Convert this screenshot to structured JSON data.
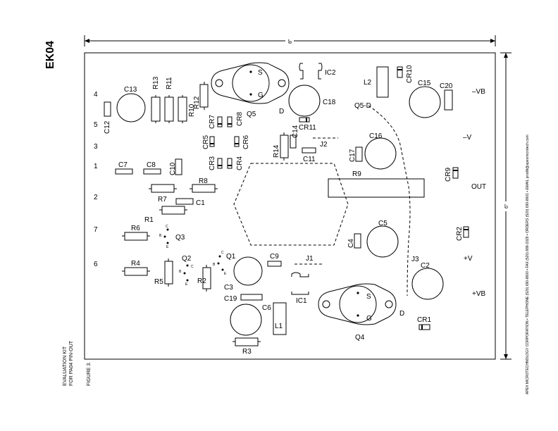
{
  "header": {
    "part_code": "EK04",
    "subtitle_line1": "EVALUATION KIT",
    "subtitle_line2": "FOR PA04 PIN-OUT",
    "figure": "FIGURE 3."
  },
  "footer_company": "APEX MICROTECHNOLOGY CORPORATION • TELEPHONE (520) 690-8600 • FAX (520) 888-3329 • ORDERS (520) 690-8601 • EMAIL prodlit@apexmicrotech.com",
  "dimensions": {
    "width": "8\"",
    "height": "6\""
  },
  "components": {
    "C1": "C1",
    "C2": "C2",
    "C3": "C3",
    "C4": "C4",
    "C5": "C5",
    "C6": "C6",
    "C7": "C7",
    "C8": "C8",
    "C9": "C9",
    "C10": "C10",
    "C11": "C11",
    "C12": "C12",
    "C13": "C13",
    "C14": "C14",
    "C15": "C15",
    "C16": "C16",
    "C17": "C17",
    "C18": "C18",
    "C19": "C19",
    "C20": "C20",
    "R1": "R1",
    "R2": "R2",
    "R3": "R3",
    "R4": "R4",
    "R5": "R5",
    "R6": "R6",
    "R7": "R7",
    "R8": "R8",
    "R9": "R9",
    "R10": "R10",
    "R11": "R11",
    "R12": "R12",
    "R13": "R13",
    "R14": "R14",
    "CR1": "CR1",
    "CR2": "CR2",
    "CR3": "CR3",
    "CR4": "CR4",
    "CR5": "CR5",
    "CR6": "CR6",
    "CR7": "CR7",
    "CR8": "CR8",
    "CR9": "CR9",
    "CR10": "CR10",
    "CR11": "CR11",
    "Q1": "Q1",
    "Q2": "Q2",
    "Q3": "Q3",
    "Q4": "Q4",
    "Q5": "Q5",
    "Q5D": "Q5-D",
    "IC1": "IC1",
    "IC2": "IC2",
    "J1": "J1",
    "J2": "J2",
    "J3": "J3",
    "L1": "L1",
    "L2": "L2",
    "S": "S",
    "G": "G",
    "D": "D",
    "B": "B",
    "C": "C",
    "E": "E"
  },
  "pins": {
    "p4": "4",
    "p5": "5",
    "p3": "3",
    "p1": "1",
    "p2": "2",
    "p7": "7",
    "p6": "6"
  },
  "terminals": {
    "neg_vb": "–VB",
    "neg_v": "–V",
    "out": "OUT",
    "pos_v": "+V",
    "pos_vb": "+VB"
  }
}
